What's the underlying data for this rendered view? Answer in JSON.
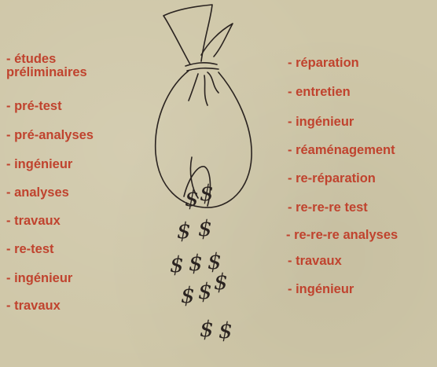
{
  "left_list": [
    "- études\npréliminaires",
    "- pré-test",
    "- pré-analyses",
    "- ingénieur",
    "- analyses",
    "- travaux",
    "- re-test",
    "- ingénieur",
    "- travaux"
  ],
  "right_list": [
    "- réparation",
    "- entretien",
    "- ingénieur",
    "- réaménagement",
    "- re-réparation",
    "- re-re-re test",
    "- re-re-re analyses",
    "- travaux",
    "- ingénieur"
  ],
  "drawing": {
    "symbol": "$"
  },
  "colors": {
    "background": "#cfc7a8",
    "text": "#c0432e",
    "ink": "#2a2320"
  }
}
